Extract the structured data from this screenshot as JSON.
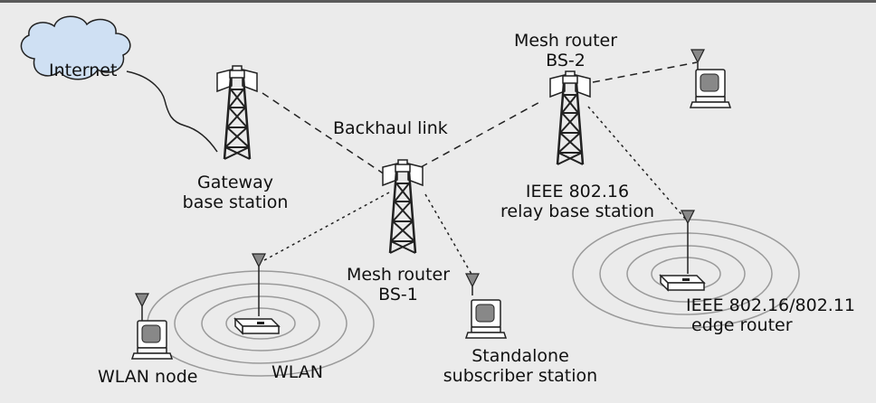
{
  "labels": {
    "internet": "Internet",
    "mesh_bs2_line1": "Mesh router",
    "mesh_bs2_line2": "BS-2",
    "backhaul": "Backhaul link",
    "gateway_line1": "Gateway",
    "gateway_line2": "base station",
    "relay_line1": "IEEE 802.16",
    "relay_line2": "relay base station",
    "mesh_bs1_line1": "Mesh router",
    "mesh_bs1_line2": "BS-1",
    "edge_line1": "IEEE 802.16/802.11",
    "edge_line2": "edge router",
    "standalone_line1": "Standalone",
    "standalone_line2": "subscriber station",
    "wlan_node": "WLAN node",
    "wlan": "WLAN"
  },
  "colors": {
    "background": "#ebebeb",
    "cloud_fill": "#cfe0f3",
    "line": "#222222",
    "ring": "#9a9a9a"
  }
}
